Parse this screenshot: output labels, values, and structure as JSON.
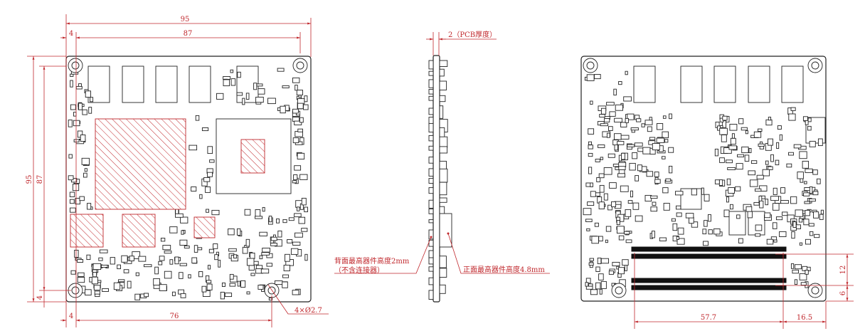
{
  "front_view": {
    "dims": {
      "width_total": "95",
      "hole_pitch_x": "87",
      "edge_offset_top": "4",
      "height_total": "95",
      "hole_pitch_y": "87",
      "edge_offset_left_bottom": "4",
      "edge_offset_bottom": "4",
      "hole_pitch_bottom": "76",
      "hole_callout": "4×Ø2.7"
    }
  },
  "side_view": {
    "pcb_thickness": "2（PCB厚度）",
    "back_height_label": "背面最高器件高度2mm",
    "back_height_note": "（不含连接器）",
    "front_height_label": "正面最高器件高度4.8mm"
  },
  "back_view": {
    "dims": {
      "connector_span": "57.7",
      "connector_edge_offset": "16.5",
      "connector_pitch": "12",
      "connector_edge_y": "6"
    }
  },
  "colors": {
    "dimension": "#c0282d",
    "outline": "#222222"
  }
}
